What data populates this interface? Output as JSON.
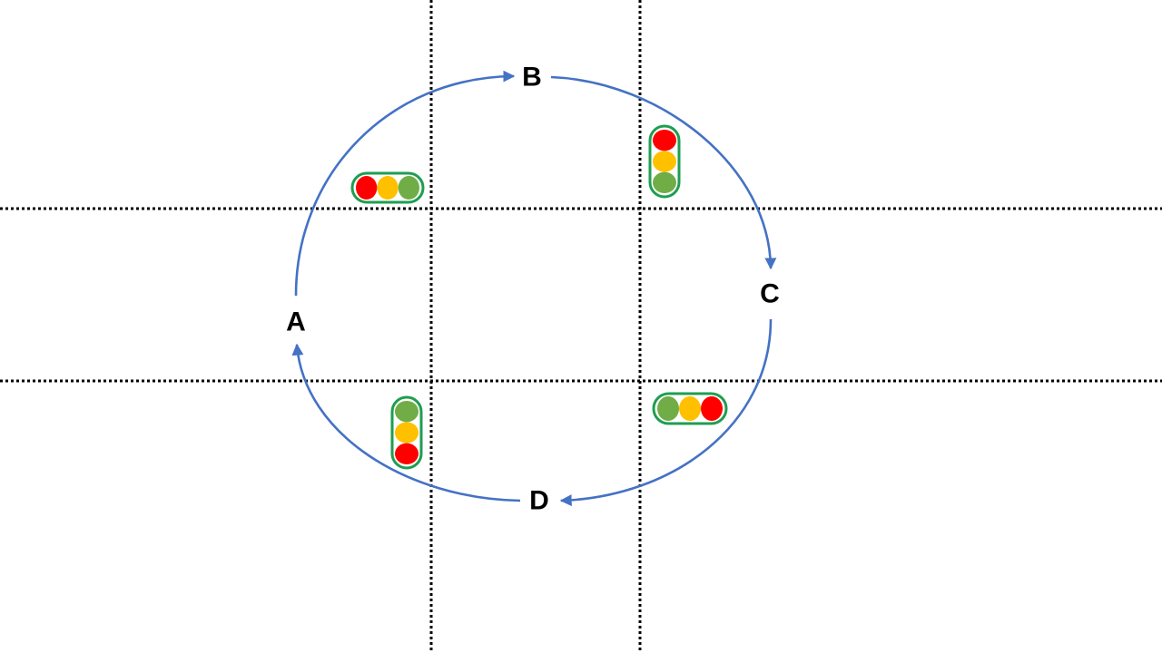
{
  "nodes": {
    "a": "A",
    "b": "B",
    "c": "C",
    "d": "D"
  },
  "colors": {
    "arc": "#4472C4",
    "road": "#000000",
    "light_frame": "#1E9E50",
    "red": "#FF0000",
    "yellow": "#FFC000",
    "green": "#70AD47"
  },
  "traffic_lights": [
    {
      "id": "light-northwest",
      "orientation": "horizontal",
      "lamps": [
        "red",
        "yellow",
        "green"
      ]
    },
    {
      "id": "light-northeast",
      "orientation": "vertical",
      "lamps": [
        "red",
        "yellow",
        "green"
      ]
    },
    {
      "id": "light-southeast",
      "orientation": "horizontal",
      "lamps": [
        "green",
        "yellow",
        "red"
      ]
    },
    {
      "id": "light-southwest",
      "orientation": "vertical",
      "lamps": [
        "green",
        "yellow",
        "red"
      ]
    }
  ],
  "flow": [
    "A",
    "B",
    "C",
    "D",
    "A"
  ]
}
